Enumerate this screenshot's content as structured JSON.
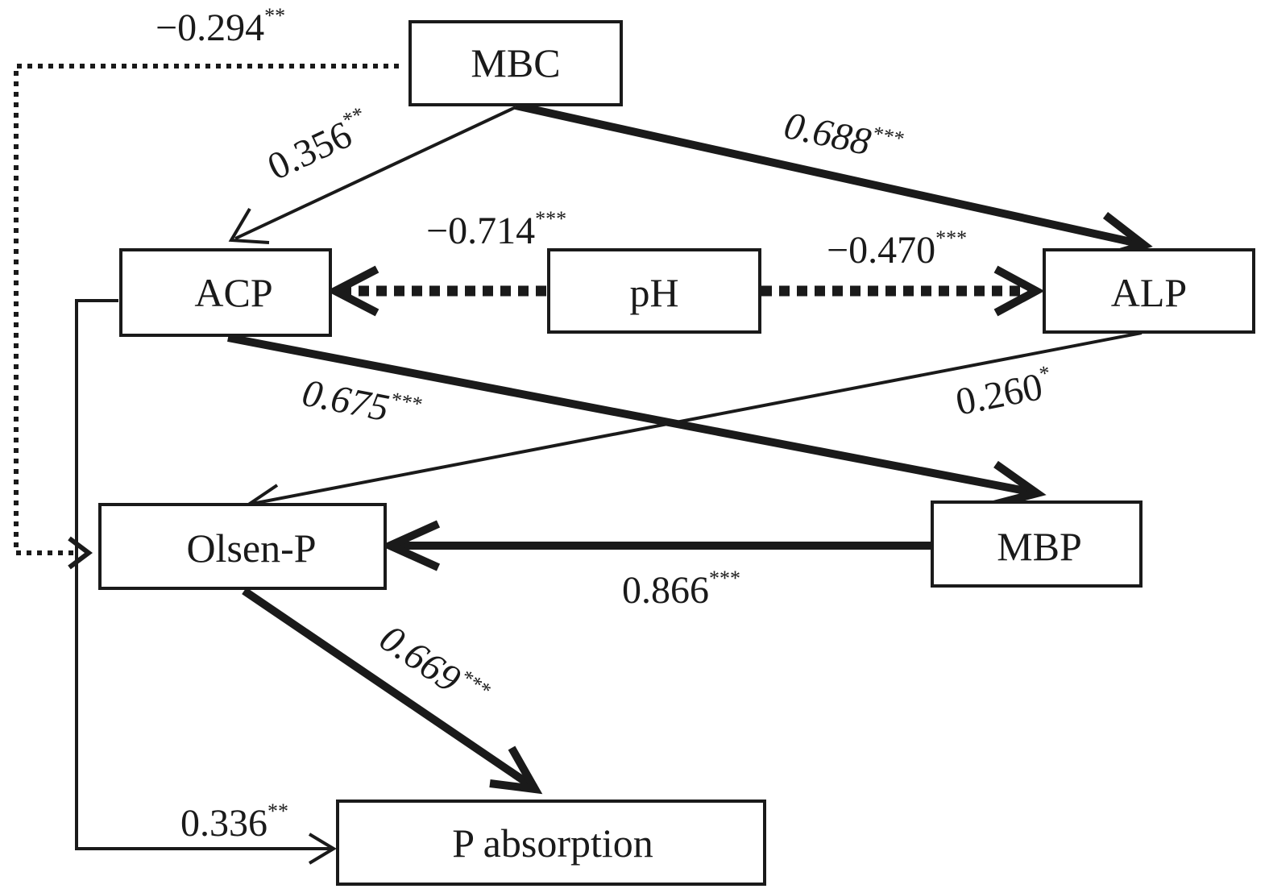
{
  "nodes": {
    "mbc": "MBC",
    "acp": "ACP",
    "ph": "pH",
    "alp": "ALP",
    "olsen_p": "Olsen-P",
    "mbp": "MBP",
    "p_absorption": "P absorption"
  },
  "paths": {
    "mbc_olsen": {
      "value": "−0.294",
      "sig": "**"
    },
    "mbc_acp": {
      "value": "0.356",
      "sig": "**"
    },
    "mbc_alp": {
      "value": "0.688",
      "sig": "***"
    },
    "ph_acp": {
      "value": "−0.714",
      "sig": "***"
    },
    "ph_alp": {
      "value": "−0.470",
      "sig": "***"
    },
    "acp_mbp": {
      "value": "0.675",
      "sig": "***"
    },
    "alp_olsen": {
      "value": "0.260",
      "sig": "*"
    },
    "mbp_olsen": {
      "value": "0.866",
      "sig": "***"
    },
    "olsen_pabs": {
      "value": "0.669",
      "sig": "***"
    },
    "acp_pabs": {
      "value": "0.336",
      "sig": "**"
    }
  },
  "colors": {
    "ink": "#1a1a1a",
    "background": "#ffffff"
  }
}
